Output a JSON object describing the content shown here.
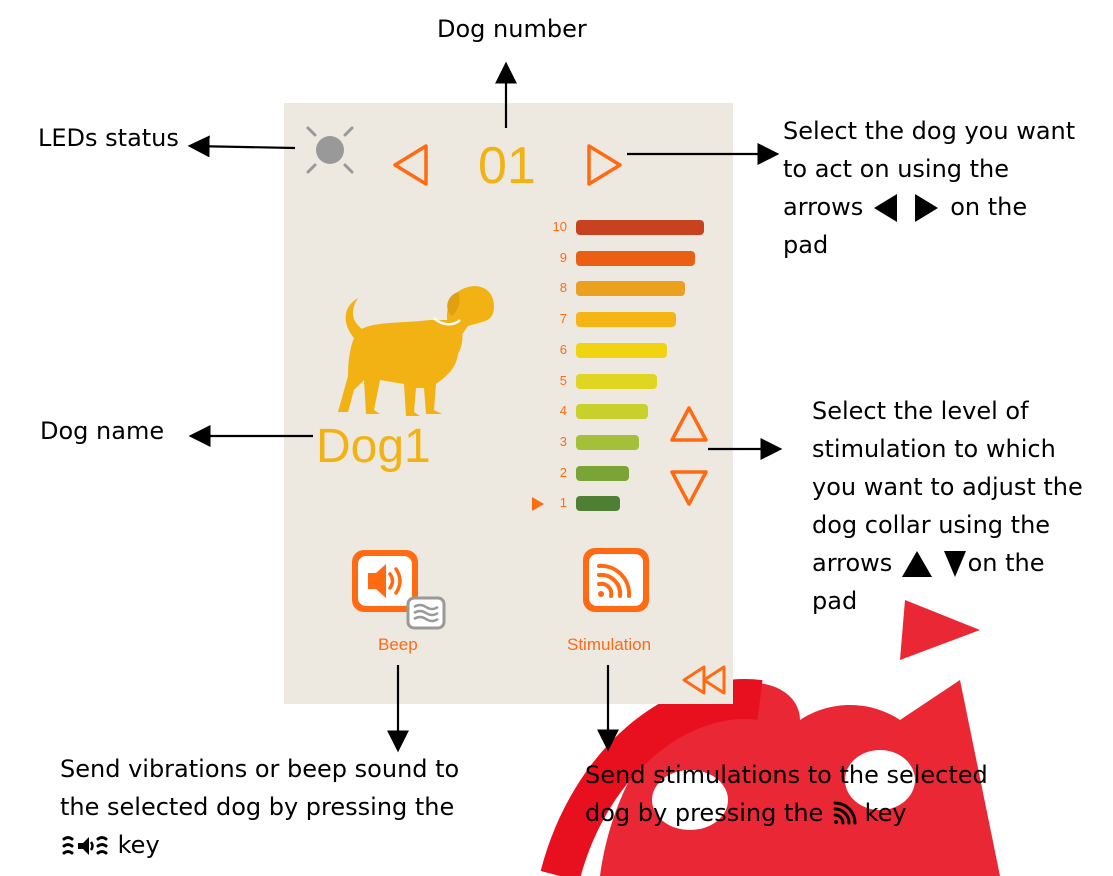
{
  "annotations": {
    "dog_number": "Dog number",
    "leds_status": "LEDs status",
    "dog_name": "Dog name",
    "select_dog": {
      "line1": "Select the dog you want",
      "line2": "to act on using the",
      "line3_before": "arrows",
      "line3_after": "on the",
      "line4": "pad"
    },
    "select_level": {
      "line1": "Select the level of",
      "line2": "stimulation to which",
      "line3": "you want to adjust the",
      "line4": "dog collar using the",
      "line5_before": "arrows",
      "line5_after": "on the",
      "line6": "pad"
    },
    "send_vibration": {
      "line1": "Send vibrations or beep sound to",
      "line2": "the selected dog by pressing the",
      "line3_after": "key"
    },
    "send_stimulation": {
      "line1": "Send stimulations to the selected",
      "line2_before": "dog by pressing the",
      "line2_after": "key"
    }
  },
  "screen": {
    "dog_number": "01",
    "dog_name": "Dog1",
    "beep_label": "Beep",
    "stimulation_label": "Stimulation",
    "selected_level": 1,
    "levels": [
      {
        "num": "10",
        "color": "#c8421f"
      },
      {
        "num": "9",
        "color": "#ea5f12"
      },
      {
        "num": "8",
        "color": "#eba020"
      },
      {
        "num": "7",
        "color": "#f6b516"
      },
      {
        "num": "6",
        "color": "#f0d311"
      },
      {
        "num": "5",
        "color": "#e0d521"
      },
      {
        "num": "4",
        "color": "#c8d02c"
      },
      {
        "num": "3",
        "color": "#a4c03b"
      },
      {
        "num": "2",
        "color": "#7ba436"
      },
      {
        "num": "1",
        "color": "#4f7f33"
      }
    ]
  },
  "colors": {
    "accent": "#ff6a13",
    "dog_yellow": "#f2b214",
    "screen_bg": "#ede9e0",
    "watermark": "#e8101e"
  },
  "icons": [
    "led-icon",
    "arrow-left-icon",
    "arrow-right-icon",
    "dog-icon",
    "arrow-up-icon",
    "arrow-down-icon",
    "speaker-icon",
    "vibration-icon",
    "signal-icon",
    "rewind-icon"
  ]
}
